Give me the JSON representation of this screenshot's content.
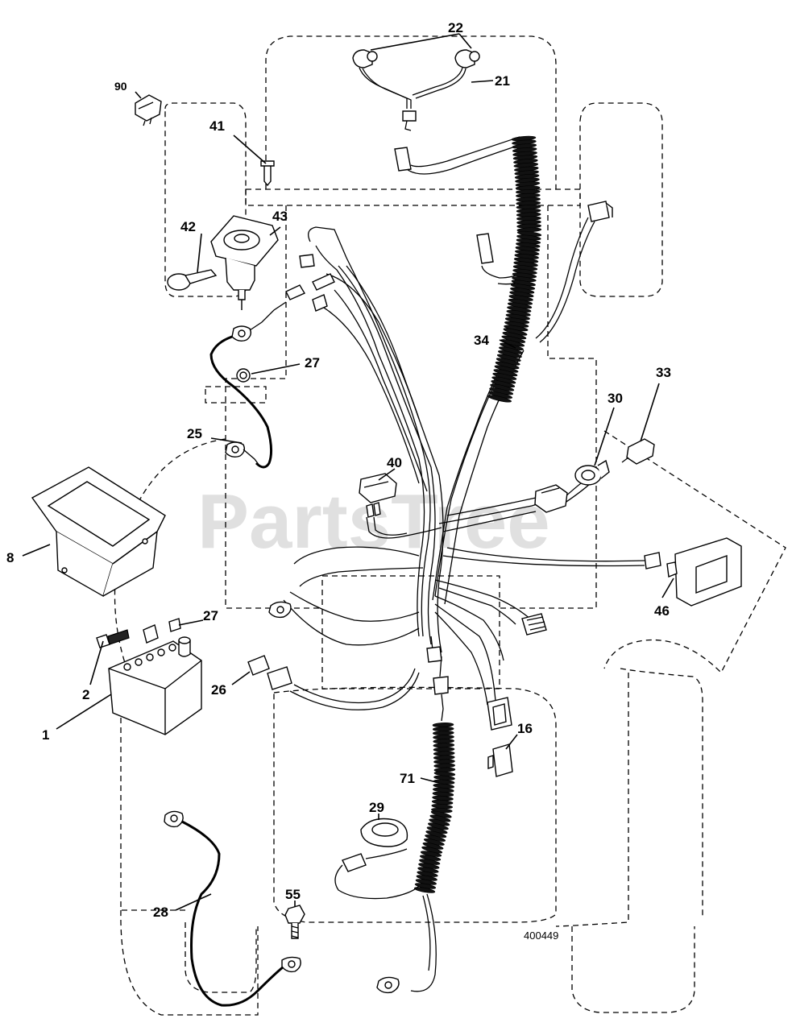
{
  "diagram": {
    "watermark": "PartsTree",
    "drawing_number": "400449",
    "callouts": [
      {
        "id": "c1",
        "label": "1"
      },
      {
        "id": "c2",
        "label": "2"
      },
      {
        "id": "c8",
        "label": "8"
      },
      {
        "id": "c16",
        "label": "16"
      },
      {
        "id": "c21",
        "label": "21"
      },
      {
        "id": "c22",
        "label": "22"
      },
      {
        "id": "c25",
        "label": "25"
      },
      {
        "id": "c26",
        "label": "26"
      },
      {
        "id": "c27a",
        "label": "27"
      },
      {
        "id": "c27b",
        "label": "27"
      },
      {
        "id": "c28",
        "label": "28"
      },
      {
        "id": "c29",
        "label": "29"
      },
      {
        "id": "c30",
        "label": "30"
      },
      {
        "id": "c33",
        "label": "33"
      },
      {
        "id": "c34",
        "label": "34"
      },
      {
        "id": "c40",
        "label": "40"
      },
      {
        "id": "c41",
        "label": "41"
      },
      {
        "id": "c42",
        "label": "42"
      },
      {
        "id": "c43",
        "label": "43"
      },
      {
        "id": "c46",
        "label": "46"
      },
      {
        "id": "c55",
        "label": "55"
      },
      {
        "id": "c71",
        "label": "71"
      },
      {
        "id": "c90",
        "label": "90"
      }
    ]
  }
}
